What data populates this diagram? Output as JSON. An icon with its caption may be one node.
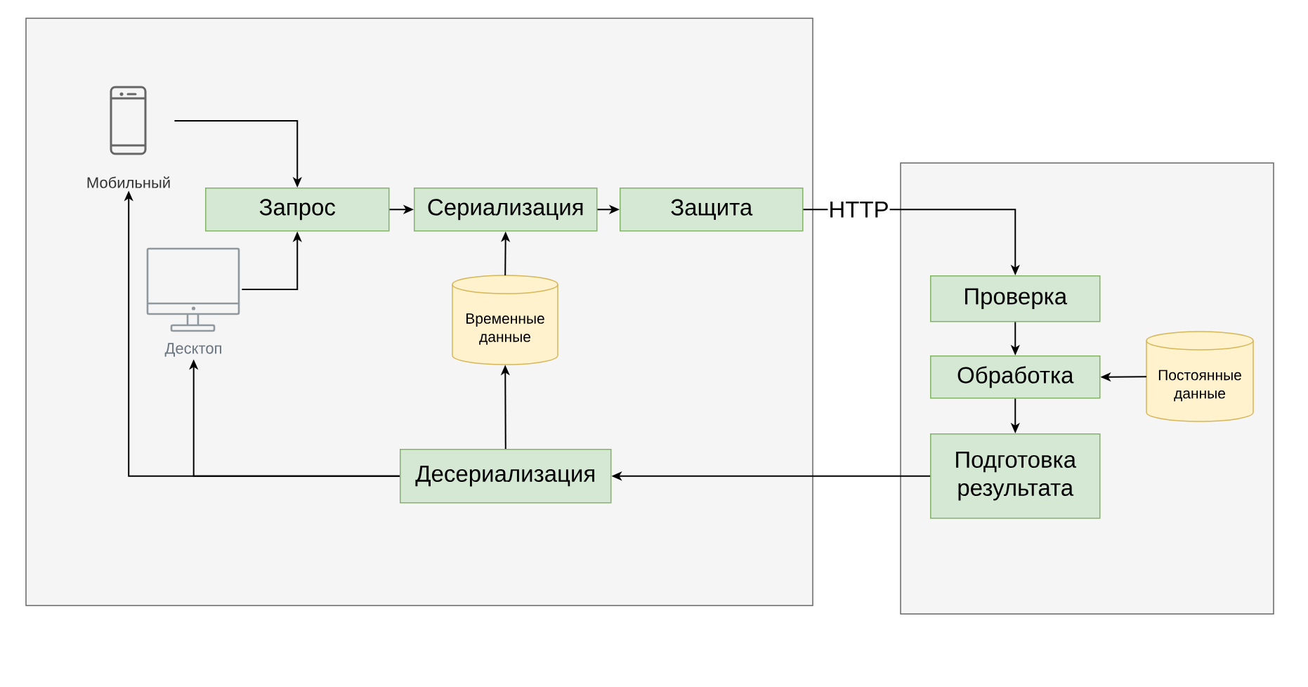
{
  "diagram": {
    "nodes": [
      {
        "text": [],
        "shape": "box"
      },
      {
        "text": [
          "Мобильный"
        ],
        "in": 0
      },
      {
        "text": [
          "Запрос"
        ],
        "in": 0
      },
      {
        "text": [
          "Сериализация"
        ],
        "in": 0
      },
      {
        "text": [
          "Защита"
        ],
        "in": 0
      },
      {
        "text": [
          "Десктоп"
        ],
        "in": 0
      },
      {
        "text": [
          "Временные данные"
        ],
        "in": 0
      },
      {
        "text": [
          "Десериализация"
        ],
        "in": 0
      },
      {
        "text": [],
        "shape": "box"
      },
      {
        "text": [
          "Проверка"
        ],
        "in": 8
      },
      {
        "text": [
          "Обработка"
        ],
        "in": 8
      },
      {
        "text": [
          "Постоянные данные"
        ],
        "in": 8
      },
      {
        "text": [
          "Подготовка результата"
        ],
        "in": 8
      }
    ],
    "edges": [
      {
        "from": 1,
        "to": 2,
        "arrow": "to"
      },
      {
        "from": 5,
        "to": 2,
        "arrow": "to"
      },
      {
        "from": 2,
        "to": 3,
        "arrow": "to"
      },
      {
        "from": 3,
        "to": 4,
        "arrow": "to"
      },
      {
        "from": 6,
        "to": 3,
        "arrow": "to"
      },
      {
        "from": 4,
        "to": 9,
        "arrow": "to",
        "label": "HTTP"
      },
      {
        "from": 9,
        "to": 10,
        "arrow": "to"
      },
      {
        "from": 11,
        "to": 10,
        "arrow": "to"
      },
      {
        "from": 10,
        "to": 12,
        "arrow": "to"
      },
      {
        "from": 12,
        "to": 7,
        "arrow": "to"
      },
      {
        "from": 7,
        "to": 6,
        "arrow": "to"
      },
      {
        "from": 7,
        "to": 5,
        "arrow": "to"
      },
      {
        "from": 7,
        "to": 1,
        "arrow": "to"
      }
    ]
  }
}
